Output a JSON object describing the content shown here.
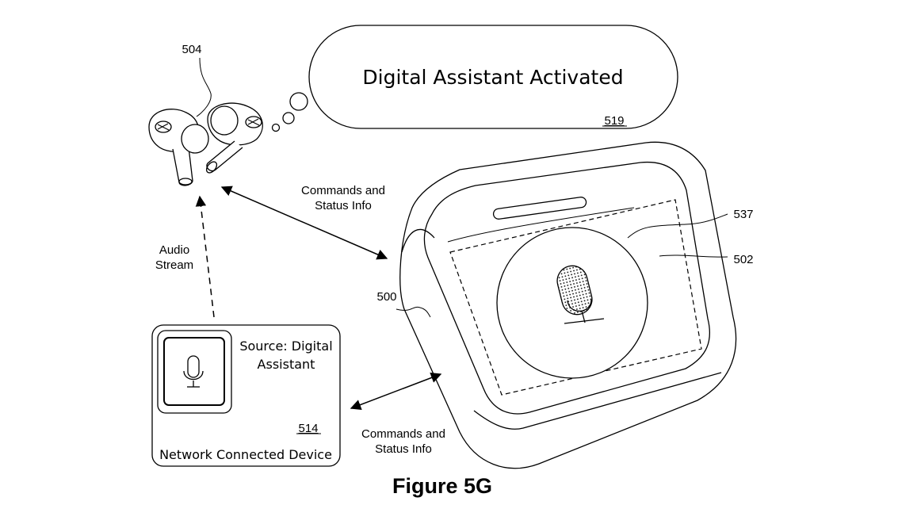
{
  "bubble": {
    "text": "Digital Assistant Activated",
    "ref": "519"
  },
  "earbuds": {
    "ref": "504"
  },
  "case": {
    "ref": "500",
    "lid_ref": "502",
    "display_ref": "537"
  },
  "device": {
    "source_line1": "Source: Digital",
    "source_line2": "Assistant",
    "ref": "514",
    "name": "Network Connected Device"
  },
  "arrows": {
    "top_line1": "Commands and",
    "top_line2": "Status Info",
    "bottom_line1": "Commands and",
    "bottom_line2": "Status Info",
    "audio_line1": "Audio",
    "audio_line2": "Stream"
  },
  "figure_caption": "Figure 5G",
  "icons": [
    "earbuds-icon",
    "charging-case-icon",
    "microphone-icon"
  ]
}
